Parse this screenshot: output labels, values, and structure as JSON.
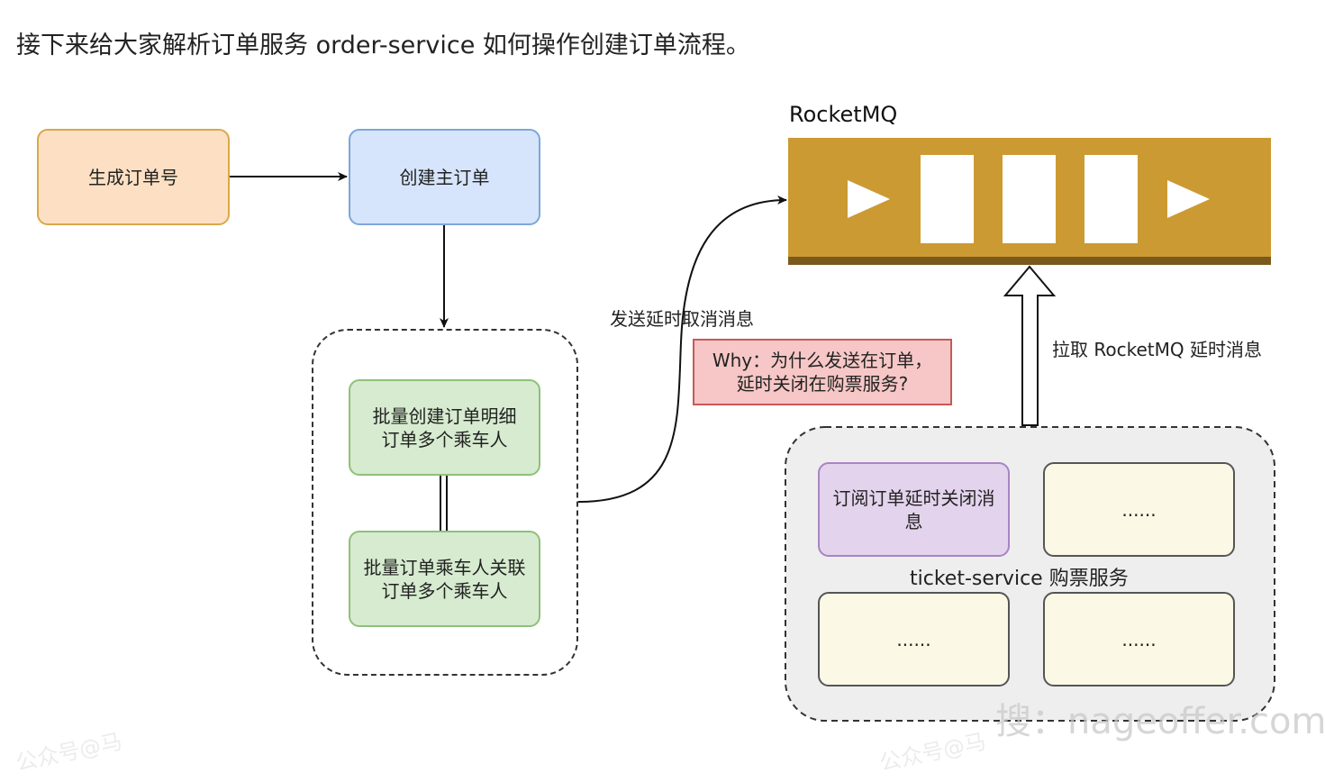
{
  "intro": "接下来给大家解析订单服务 order-service 如何操作创建订单流程。",
  "nodes": {
    "generate_order_no": "生成订单号",
    "create_main_order": "创建主订单",
    "batch_detail_line1": "批量创建订单明细",
    "batch_detail_line2": "订单多个乘车人",
    "batch_passenger_line1": "批量订单乘车人关联",
    "batch_passenger_line2": "订单多个乘车人",
    "subscribe_line1": "订阅订单延时关闭消",
    "subscribe_line2": "息",
    "placeholder": "......"
  },
  "labels": {
    "send_delay": "发送延时取消消息",
    "pull_delay": "拉取 RocketMQ 延时消息",
    "ticket_service": "ticket-service 购票服务",
    "rocketmq": "RocketMQ"
  },
  "why": {
    "line1": "Why：为什么发送在订单，",
    "line2": "延时关闭在购票服务?"
  },
  "watermarks": {
    "search": "搜：nageoffer.com",
    "account": "公众号@马"
  },
  "colors": {
    "mq_bar": "#cc9a33",
    "mq_bar_bottom": "#7a5a1c",
    "orange_fill": "#fde0c3",
    "blue_fill": "#d6e5fb",
    "green_fill": "#d6ebcf",
    "purple_fill": "#e3d3ec",
    "cream_fill": "#fbf8e6",
    "why_fill": "#f6c7c6",
    "service_fill": "#eeeeee"
  }
}
